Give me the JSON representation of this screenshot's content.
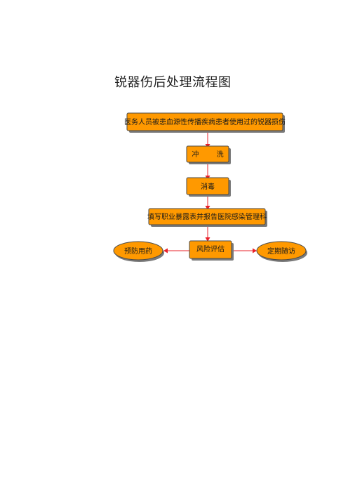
{
  "title": "锐器伤后处理流程图",
  "nodes": {
    "injury": "医务人员被患血源性传播疾病患者使用过的锐器损伤",
    "rinse": "冲 洗",
    "disinfect": "消毒",
    "report": "填写职业暴露表并报告医院感染管理科",
    "risk": "风险评估",
    "prophylaxis": "预防用药",
    "followup": "定期随访"
  },
  "colors": {
    "node_fill": "#FF9900",
    "arrow": "#e8202a"
  }
}
